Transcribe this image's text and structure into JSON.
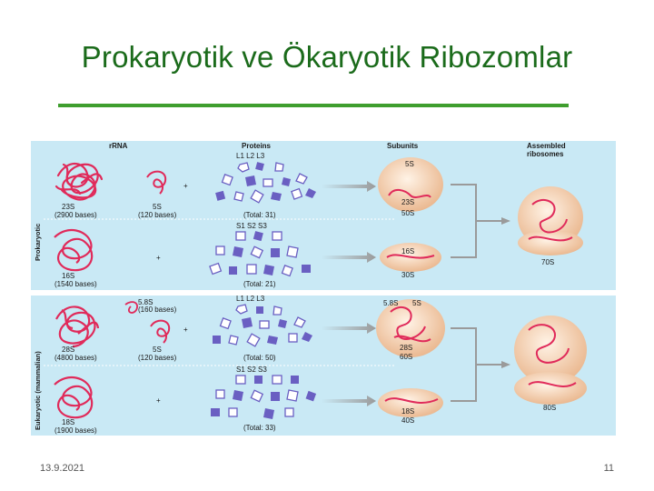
{
  "slide": {
    "title": "Prokaryotik ve Ökaryotik Ribozomlar",
    "date": "13.9.2021",
    "page_number": "11"
  },
  "figure": {
    "headers": {
      "rrna": "rRNA",
      "proteins": "Proteins",
      "subunits": "Subunits",
      "assembled": "Assembled",
      "assembled2": "ribosomes"
    },
    "side_labels": {
      "prokaryotic": "Prokaryotic",
      "eukaryotic": "Eukaryotic (mammalian)"
    },
    "prokaryotic": {
      "large": {
        "rrna_main": "23S",
        "rrna_main_bases": "(2900 bases)",
        "rrna_small": "5S",
        "rrna_small_bases": "(120 bases)",
        "protein_header": "L1  L2  L3",
        "protein_total": "(Total: 31)",
        "subunit_top": "5S",
        "subunit_mid": "23S",
        "subunit_name": "50S"
      },
      "small": {
        "rrna_main": "16S",
        "rrna_main_bases": "(1540 bases)",
        "protein_header": "S1  S2  S3",
        "protein_total": "(Total: 21)",
        "subunit_mid": "16S",
        "subunit_name": "30S"
      },
      "assembled": "70S"
    },
    "eukaryotic": {
      "large": {
        "rrna_main": "28S",
        "rrna_main_bases": "(4800 bases)",
        "rrna_a": "5.8S",
        "rrna_a_bases": "(160 bases)",
        "rrna_small": "5S",
        "rrna_small_bases": "(120 bases)",
        "protein_header": "L1  L2  L3",
        "protein_total": "(Total: 50)",
        "subunit_top": "5.8S",
        "subunit_top2": "5S",
        "subunit_mid": "28S",
        "subunit_name": "60S"
      },
      "small": {
        "rrna_main": "18S",
        "rrna_main_bases": "(1900 bases)",
        "protein_header": "S1  S2  S3",
        "protein_total": "(Total: 33)",
        "subunit_mid": "18S",
        "subunit_name": "40S"
      },
      "assembled": "80S"
    },
    "plus": "+"
  },
  "colors": {
    "title": "#1b6b1b",
    "rule": "#3f9e2e",
    "panel_bg": "#c9e9f5",
    "rrna": "#e02a5a",
    "protein": "#6a5fc2",
    "subunit": "#f2c9a4"
  }
}
